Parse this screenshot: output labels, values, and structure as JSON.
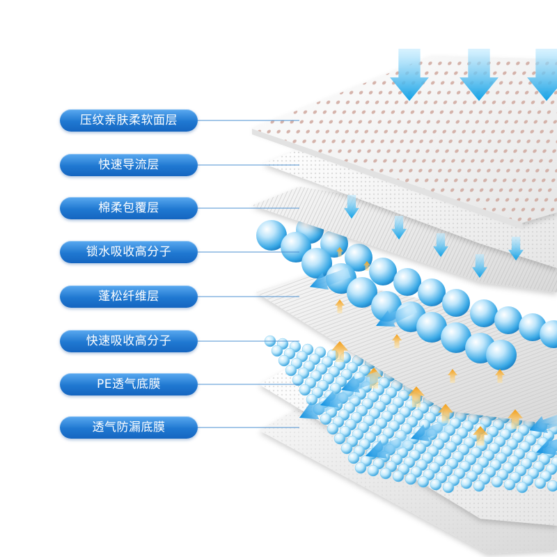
{
  "layers": [
    {
      "label": "压纹亲肤柔软面层"
    },
    {
      "label": "快速导流层"
    },
    {
      "label": "棉柔包覆层"
    },
    {
      "label": "锁水吸收高分子"
    },
    {
      "label": "蓬松纤维层"
    },
    {
      "label": "快速吸收高分子"
    },
    {
      "label": "PE透气底膜"
    },
    {
      "label": "透气防漏底膜"
    }
  ],
  "colors": {
    "pill": "#1f78d1",
    "arrow_blue": "#19a8e8",
    "arrow_orange": "#f5a623",
    "sheet": "#f4f4f4",
    "hole": "#c9a39a"
  }
}
